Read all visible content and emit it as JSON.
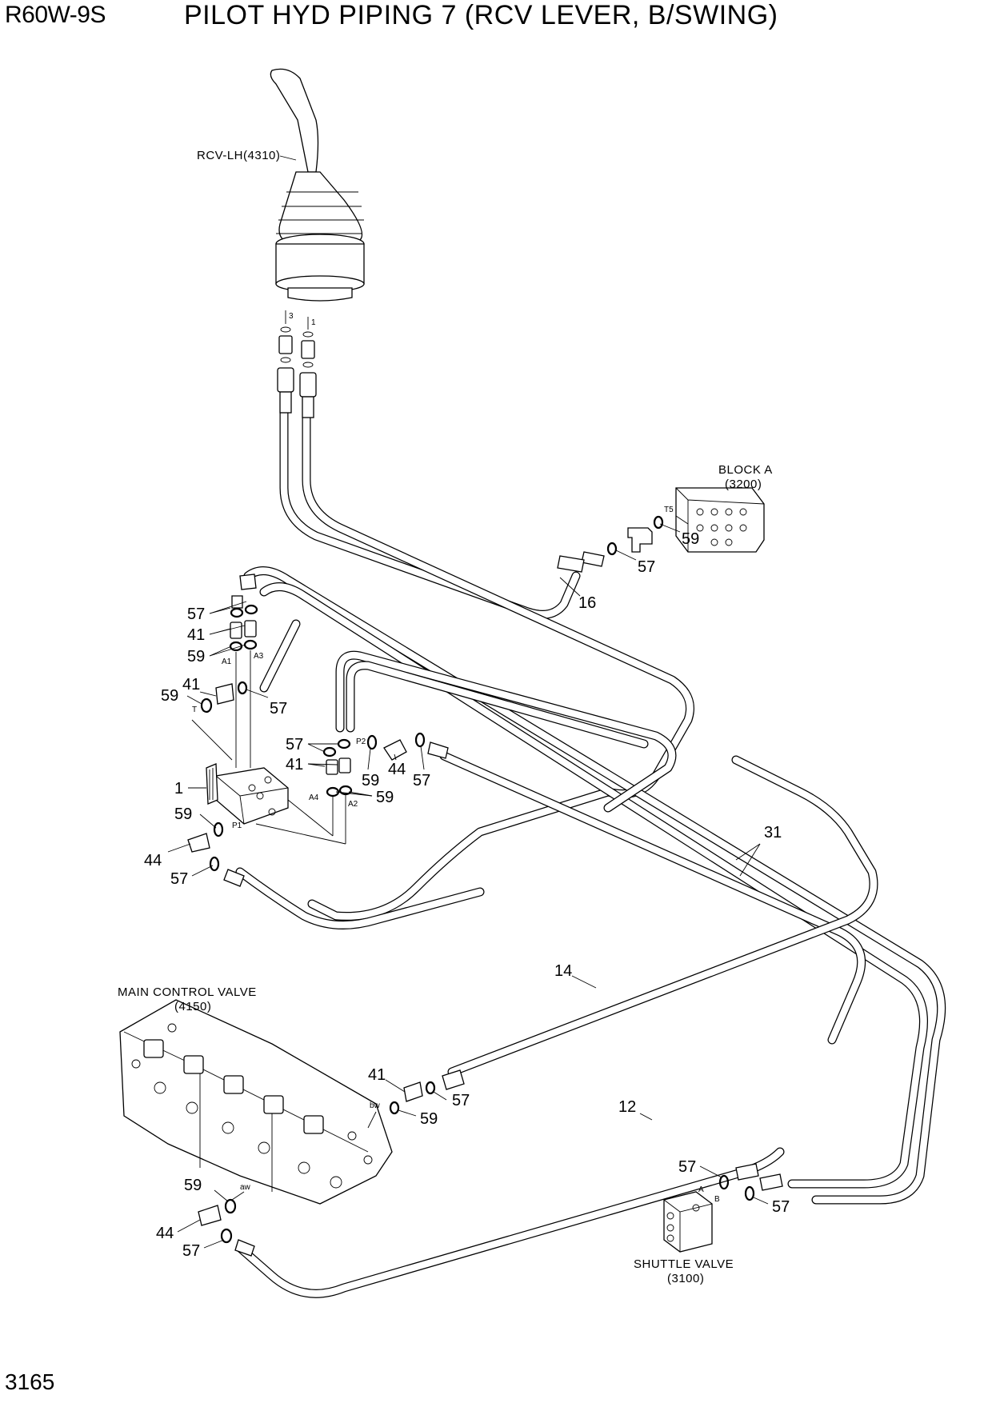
{
  "header": {
    "model": "R60W-9S",
    "title": "PILOT HYD PIPING 7 (RCV LEVER, B/SWING)"
  },
  "footer": {
    "page_number": "3165"
  },
  "components": {
    "rcv": "RCV-LH(4310)",
    "block_name": "BLOCK A",
    "block_code": "(3200)",
    "mcv_name": "MAIN CONTROL VALVE",
    "mcv_code": "(4150)",
    "shuttle_name": "SHUTTLE VALVE",
    "shuttle_code": "(3100)"
  },
  "port_labels": {
    "rcv_3": "3",
    "rcv_1": "1",
    "t5": "T5",
    "a1": "A1",
    "a3": "A3",
    "t": "T",
    "p2": "P2",
    "a4": "A4",
    "a2": "A2",
    "p1": "P1",
    "bw": "bw",
    "aw": "aw",
    "a": "A",
    "b": "B"
  },
  "callouts": [
    {
      "id": "c-59-blocka",
      "text": "59"
    },
    {
      "id": "c-57-blocka",
      "text": "57"
    },
    {
      "id": "c-16",
      "text": "16"
    },
    {
      "id": "c-57-a",
      "text": "57"
    },
    {
      "id": "c-41-a",
      "text": "41"
    },
    {
      "id": "c-59-a",
      "text": "59"
    },
    {
      "id": "c-59-t",
      "text": "59"
    },
    {
      "id": "c-41-t",
      "text": "41"
    },
    {
      "id": "c-57-t",
      "text": "57"
    },
    {
      "id": "c-57-p2",
      "text": "57"
    },
    {
      "id": "c-41-p2",
      "text": "41"
    },
    {
      "id": "c-59-p2",
      "text": "59"
    },
    {
      "id": "c-44-p2",
      "text": "44"
    },
    {
      "id": "c-57-p2b",
      "text": "57"
    },
    {
      "id": "c-59-a2",
      "text": "59"
    },
    {
      "id": "c-1",
      "text": "1"
    },
    {
      "id": "c-59-p1",
      "text": "59"
    },
    {
      "id": "c-44-p1",
      "text": "44"
    },
    {
      "id": "c-57-p1",
      "text": "57"
    },
    {
      "id": "c-31",
      "text": "31"
    },
    {
      "id": "c-14",
      "text": "14"
    },
    {
      "id": "c-41-bw",
      "text": "41"
    },
    {
      "id": "c-57-bw",
      "text": "57"
    },
    {
      "id": "c-59-bw",
      "text": "59"
    },
    {
      "id": "c-12",
      "text": "12"
    },
    {
      "id": "c-59-aw",
      "text": "59"
    },
    {
      "id": "c-44-aw",
      "text": "44"
    },
    {
      "id": "c-57-aw",
      "text": "57"
    },
    {
      "id": "c-57-sva",
      "text": "57"
    },
    {
      "id": "c-57-svb",
      "text": "57"
    }
  ]
}
